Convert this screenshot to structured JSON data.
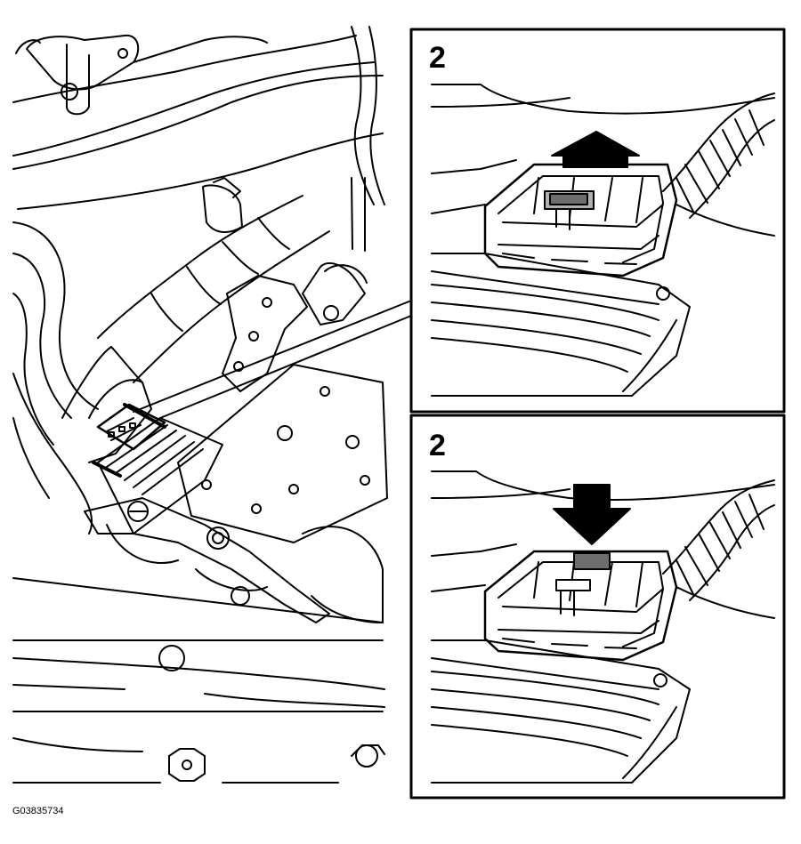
{
  "figure": {
    "id": "G03835734",
    "panels": [
      {
        "step_number": "2",
        "arrow": "arrow-up",
        "latch_state": "raised"
      },
      {
        "step_number": "2",
        "arrow": "arrow-down",
        "latch_state": "pressed"
      }
    ]
  },
  "colors": {
    "line": "#000000",
    "background": "#ffffff",
    "latch_fill": "#6e6e6e",
    "latch_light": "#b0b0b0"
  }
}
